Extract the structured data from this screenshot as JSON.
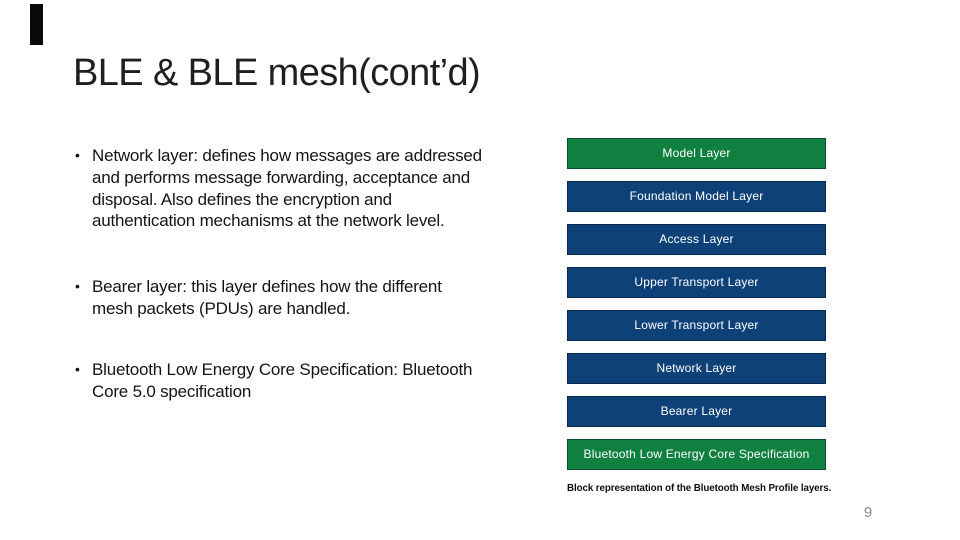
{
  "theme": {
    "background": "#ffffff",
    "title_color": "#1f1f1f",
    "body_text_color": "#141414",
    "layer_green": "#0f8040",
    "layer_blue": "#0f4179",
    "layer_text_color": "#ffffff",
    "page_number_color": "#8a8a8a"
  },
  "slide": {
    "title": "BLE & BLE mesh(cont’d)",
    "bullet_marker": "•",
    "bullets": [
      {
        "text": "Network layer: defines how messages are addressed\nand performs message forwarding, acceptance and\ndisposal. Also defines the encryption and\nauthentication mechanisms at the network level."
      },
      {
        "text": "Bearer layer: this layer defines how the different\nmesh packets (PDUs) are handled."
      },
      {
        "text": "Bluetooth Low Energy Core Specification: Bluetooth\nCore 5.0 specification"
      }
    ],
    "page_number": "9"
  },
  "diagram": {
    "layers": [
      {
        "label": "Model Layer",
        "color": "green"
      },
      {
        "label": "Foundation Model Layer",
        "color": "blue"
      },
      {
        "label": "Access Layer",
        "color": "blue"
      },
      {
        "label": "Upper Transport Layer",
        "color": "blue"
      },
      {
        "label": "Lower Transport Layer",
        "color": "blue"
      },
      {
        "label": "Network Layer",
        "color": "blue"
      },
      {
        "label": "Bearer Layer",
        "color": "blue"
      },
      {
        "label": "Bluetooth Low Energy Core Specification",
        "color": "green"
      }
    ],
    "caption": "Block representation of the Bluetooth Mesh Profile layers."
  }
}
